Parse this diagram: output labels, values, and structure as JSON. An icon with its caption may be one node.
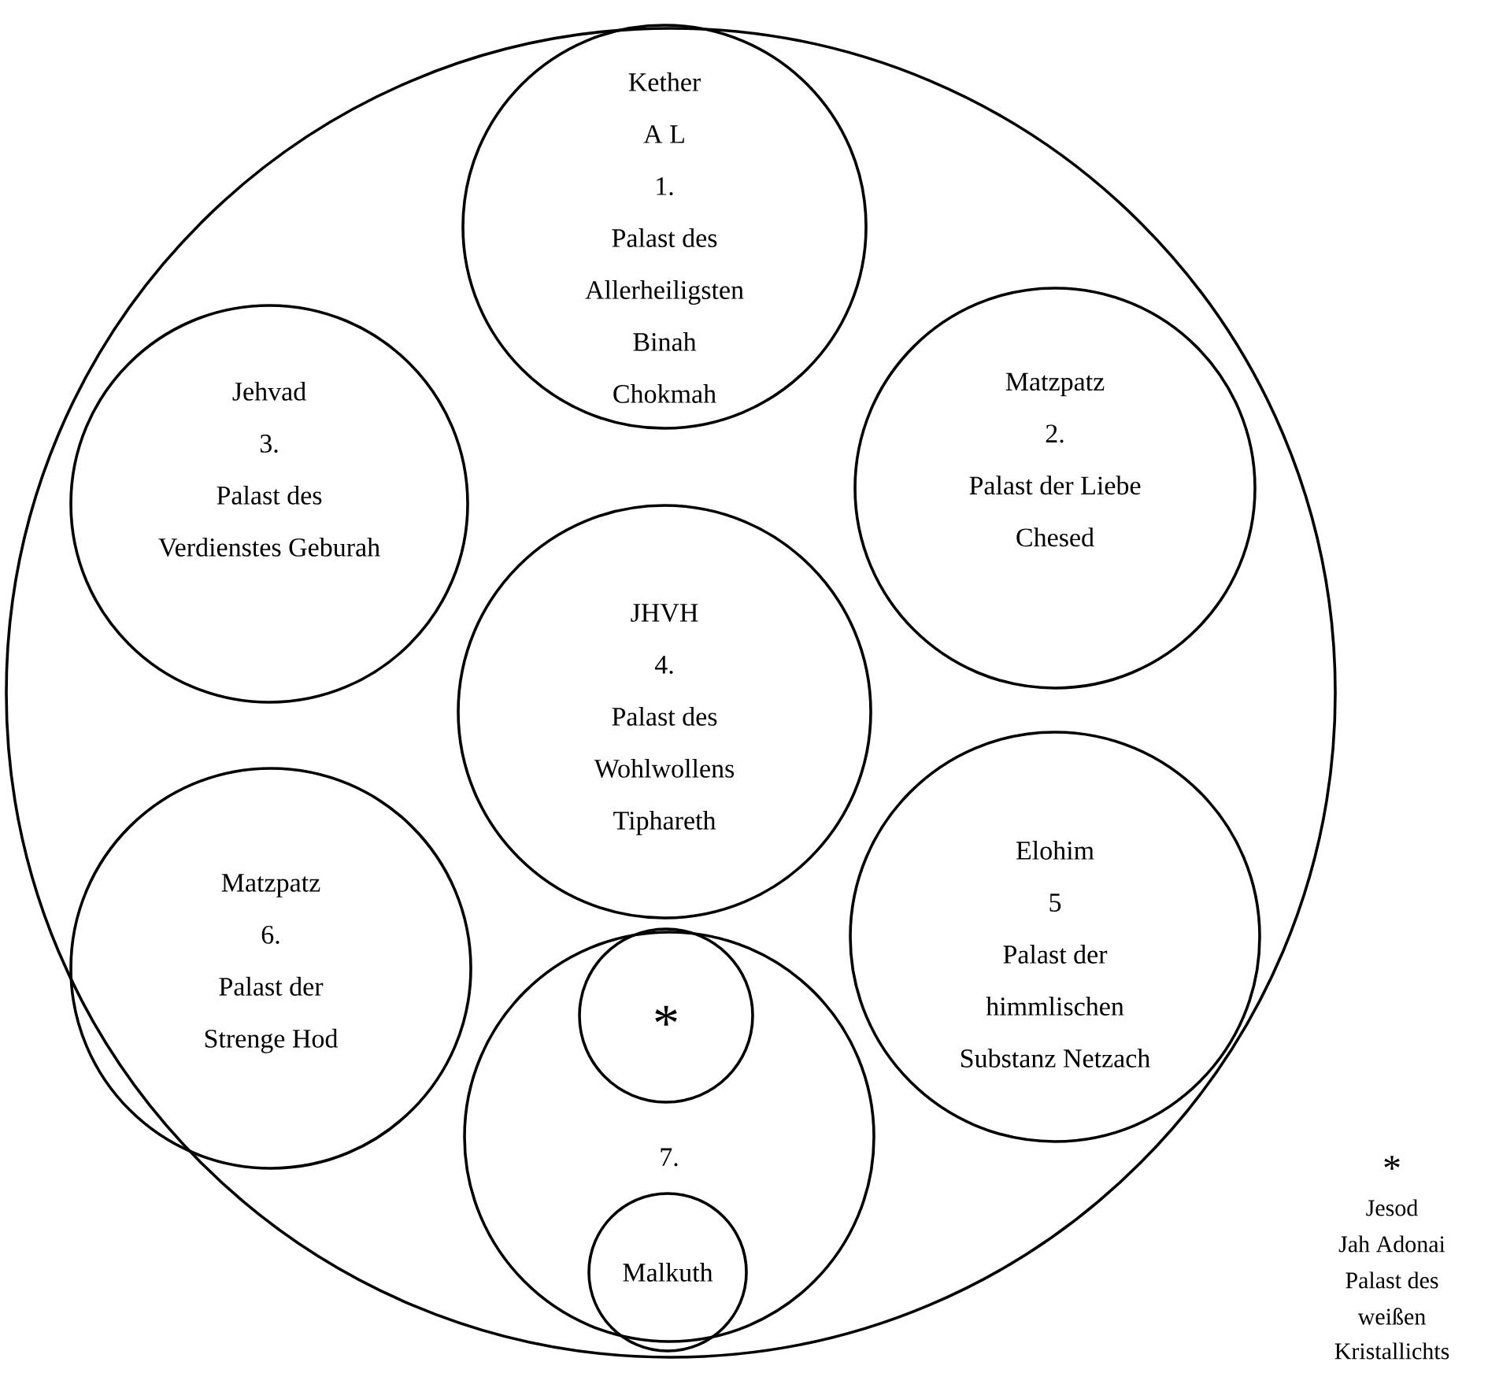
{
  "diagram": {
    "nodes": [
      {
        "text": [],
        "shape": "circle"
      },
      {
        "text": [
          "Kether",
          "A L",
          "1.",
          "Palast des",
          "Allerheiligsten",
          "Binah",
          "Chokmah"
        ],
        "in": 0
      },
      {
        "text": [
          "Jehvad",
          "3.",
          "Palast des",
          "Verdienstes Geburah"
        ],
        "in": 0
      },
      {
        "text": [
          "Matzpatz",
          "2.",
          "Palast der Liebe",
          "Chesed"
        ],
        "in": 0
      },
      {
        "text": [
          "JHVH",
          "4.",
          "Palast des",
          "Wohlwollens",
          "Tiphareth"
        ],
        "in": 0
      },
      {
        "text": [
          "Matzpatz",
          "6.",
          "Palast der",
          "Strenge Hod"
        ],
        "in": 0
      },
      {
        "text": [
          "Elohim",
          "5",
          "Palast der",
          "himmlischen",
          "Substanz Netzach"
        ],
        "in": 0
      },
      {
        "text": [
          "7."
        ],
        "in": 0
      },
      {
        "text": [
          "*"
        ],
        "in": 7
      },
      {
        "text": [
          "Malkuth"
        ],
        "in": 7
      }
    ],
    "labels": [
      "*",
      "Jesod",
      "Jah Adonai",
      "Palast des",
      "weißen",
      "Kristallichts"
    ]
  }
}
